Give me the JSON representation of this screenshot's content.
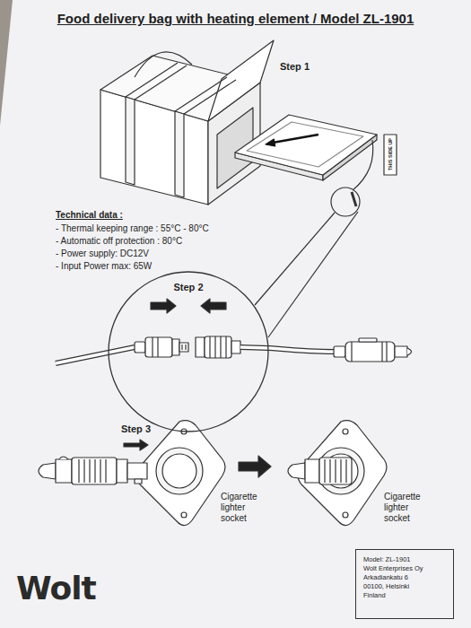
{
  "diagram": {
    "title": "Food delivery bag with heating element / Model ZL-1901",
    "nodes": [
      {
        "text": [
          "Step 2"
        ]
      },
      {
        "text": [
          "Model: ZL-1901",
          "Wolt Enterprises Oy",
          "Arkadiankatu 6",
          "00100, Helsinki",
          "Finland"
        ]
      }
    ],
    "labels": [
      "Step 1",
      "THIS SIDE UP",
      "Technical data :",
      "- Thermal keeping range : 55°C - 80°C",
      "- Automatic off protection : 80°C",
      "- Power supply: DC12V",
      "- Input Power max: 65W",
      "Step 3",
      "Cigarette lighter socket",
      "Cigarette lighter socket",
      "Wolt"
    ]
  }
}
